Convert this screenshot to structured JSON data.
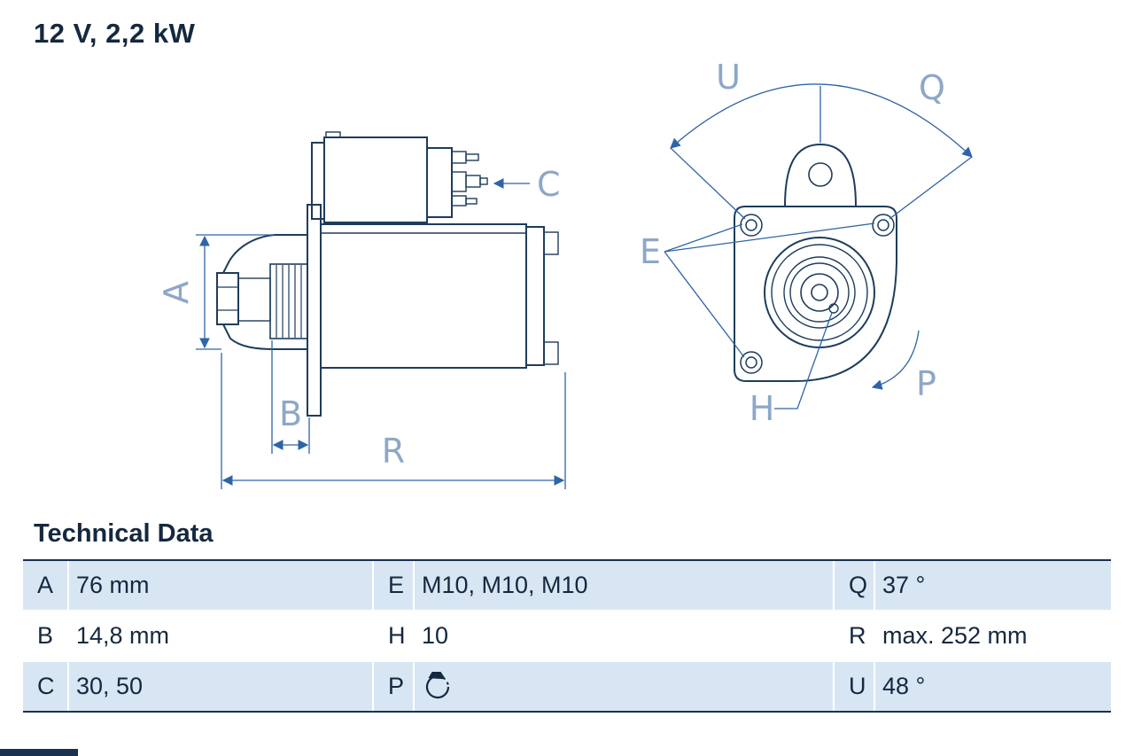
{
  "title": "12 V, 2,2 kW",
  "section": {
    "heading": "Technical Data"
  },
  "diagram": {
    "labels": {
      "A": "A",
      "B": "B",
      "C": "C",
      "R": "R",
      "U": "U",
      "Q": "Q",
      "E": "E",
      "H": "H",
      "P": "P"
    }
  },
  "table": {
    "rows": [
      {
        "c1_key": "A",
        "c1_val": "76 mm",
        "c2_key": "E",
        "c2_val": "M10, M10, M10",
        "c3_key": "Q",
        "c3_val": "37 °"
      },
      {
        "c1_key": "B",
        "c1_val": "14,8 mm",
        "c2_key": "H",
        "c2_val": "10",
        "c3_key": "R",
        "c3_val": "max. 252 mm"
      },
      {
        "c1_key": "C",
        "c1_val": "30, 50",
        "c2_key": "P",
        "c2_val": "",
        "c3_key": "U",
        "c3_val": "48 °"
      }
    ],
    "p_icon": "rotation-ccw-icon"
  },
  "colors": {
    "navy": "#1a3150",
    "text": "#14283f",
    "part_line": "#1e3c5c",
    "dimension_line": "#2e64a8",
    "label_blue": "#8da7c8",
    "row_alt": "#d8e6f4"
  }
}
